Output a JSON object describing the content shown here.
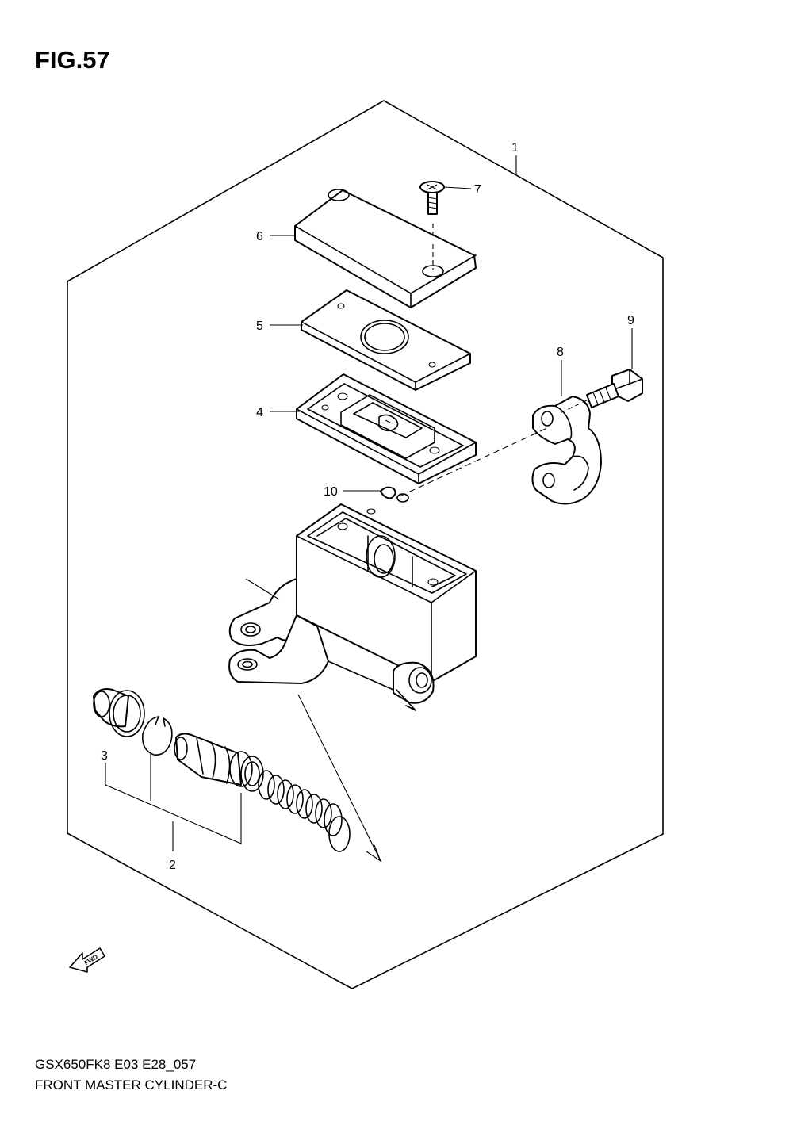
{
  "figure": {
    "title": "FIG.57"
  },
  "callouts": [
    {
      "id": "1",
      "label": "1"
    },
    {
      "id": "2",
      "label": "2"
    },
    {
      "id": "3",
      "label": "3"
    },
    {
      "id": "4",
      "label": "4"
    },
    {
      "id": "5",
      "label": "5"
    },
    {
      "id": "6",
      "label": "6"
    },
    {
      "id": "7",
      "label": "7"
    },
    {
      "id": "8",
      "label": "8"
    },
    {
      "id": "9",
      "label": "9"
    },
    {
      "id": "10",
      "label": "10"
    }
  ],
  "fwd_arrow": {
    "label": "FWD"
  },
  "footer": {
    "code": "GSX650FK8 E03 E28_057",
    "name": "FRONT MASTER CYLINDER-C"
  }
}
